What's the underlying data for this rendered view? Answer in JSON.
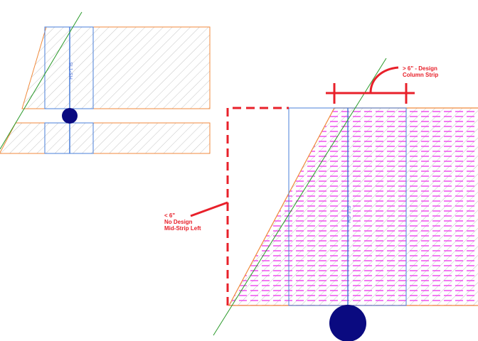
{
  "annotations": {
    "right_note": [
      "> 6\" - Design",
      "Column Strip"
    ],
    "left_note": [
      "< 6\"",
      "No Design",
      "Mid-Strip Left"
    ]
  },
  "strip_label": "SL1-SH",
  "colors": {
    "slab_edge": "#f08a3c",
    "strip": "#4a7fd8",
    "column": "#0a0a80",
    "red": "#e8202a",
    "green": "#2a9a2a",
    "magenta": "#ee44ee",
    "hatch": "#b0b0b0"
  }
}
